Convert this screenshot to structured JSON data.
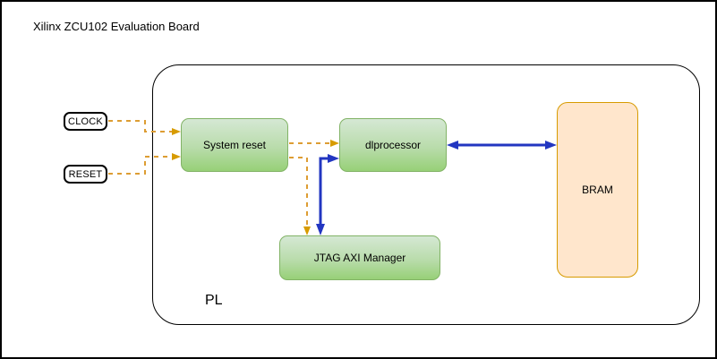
{
  "title": "Xilinx ZCU102 Evaluation Board",
  "region": {
    "label": "PL"
  },
  "inputs": {
    "clock": "CLOCK",
    "reset": "RESET"
  },
  "blocks": {
    "system_reset": "System reset",
    "dlprocessor": "dlprocessor",
    "jtag_axi_manager": "JTAG AXI Manager",
    "bram": "BRAM"
  },
  "connections": [
    {
      "from": "CLOCK",
      "to": "System reset",
      "style": "dashed",
      "color": "#d79b00",
      "direction": "one-way"
    },
    {
      "from": "RESET",
      "to": "System reset",
      "style": "dashed",
      "color": "#d79b00",
      "direction": "one-way"
    },
    {
      "from": "System reset",
      "to": "dlprocessor",
      "style": "dashed",
      "color": "#d79b00",
      "direction": "one-way"
    },
    {
      "from": "System reset",
      "to": "JTAG AXI Manager",
      "style": "dashed",
      "color": "#d79b00",
      "direction": "one-way"
    },
    {
      "from": "dlprocessor",
      "to": "JTAG AXI Manager",
      "style": "solid",
      "color": "#2236c1",
      "direction": "two-way"
    },
    {
      "from": "dlprocessor",
      "to": "BRAM",
      "style": "solid",
      "color": "#2236c1",
      "direction": "two-way"
    }
  ],
  "colors": {
    "green_block_fill_top": "#d5e8d4",
    "green_block_fill_bottom": "#97d077",
    "green_block_border": "#82b366",
    "bram_fill": "#ffe6cc",
    "bram_border": "#d79b00",
    "orange_arrow": "#d79b00",
    "blue_arrow": "#2236c1"
  }
}
